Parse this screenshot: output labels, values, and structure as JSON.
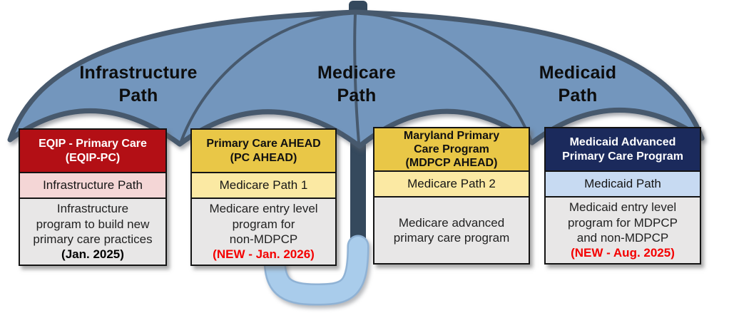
{
  "umbrella": {
    "path_labels": [
      {
        "label": "Infrastructure\nPath"
      },
      {
        "label": "Medicare\nPath"
      },
      {
        "label": "Medicaid\nPath"
      }
    ]
  },
  "cards": [
    {
      "title": "EQIP - Primary Care\n(EQIP-PC)",
      "path_tag": "Infrastructure Path",
      "description": "Infrastructure\nprogram to build new\nprimary care practices",
      "note": "(Jan. 2025)",
      "note_style": "plain-bold-black"
    },
    {
      "title": "Primary Care AHEAD\n(PC AHEAD)",
      "path_tag": "Medicare Path 1",
      "description": "Medicare entry level\nprogram for\nnon-MDPCP",
      "note": "(NEW - Jan. 2026)",
      "note_style": "bold-red"
    },
    {
      "title": "Maryland Primary\nCare Program\n(MDPCP AHEAD)",
      "path_tag": "Medicare Path 2",
      "description": "Medicare advanced\nprimary care program"
    },
    {
      "title": "Medicaid Advanced\nPrimary Care Program",
      "path_tag": "Medicaid Path",
      "description": "Medicaid entry level\nprogram for MDPCP\nand non-MDPCP",
      "note": "(NEW - Aug. 2025)",
      "note_style": "bold-red"
    }
  ],
  "colors": {
    "canopy_blue": "#7396bd",
    "canopy_outline": "#47596d",
    "pole_dark": "#35495d",
    "handle_light_blue": "#a9cceb",
    "eqip_header_red": "#b30f15",
    "infrastructure_path_pink": "#f4d6d6",
    "medicare_header_gold": "#e9c747",
    "medicare_path_yellow": "#fbe9a3",
    "medicaid_header_navy": "#1b2a5c",
    "medicaid_path_blue": "#c7daf2",
    "body_gray": "#e8e7e7",
    "new_label_red": "#f40000",
    "card_border_black": "#141414"
  }
}
